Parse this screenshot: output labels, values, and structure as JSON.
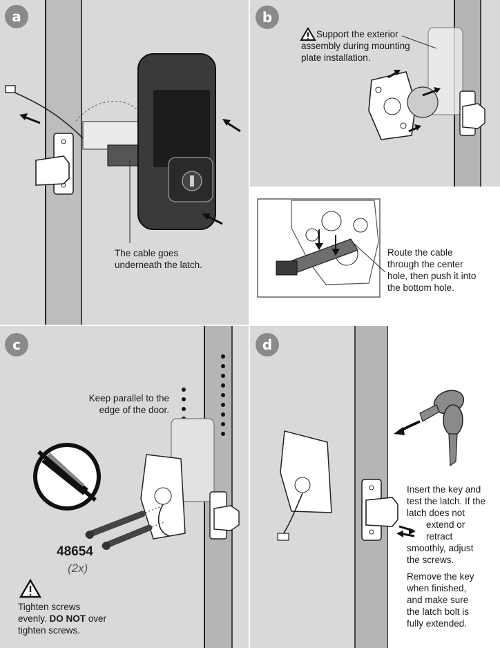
{
  "panels": {
    "a": {
      "badge": "a",
      "caption_lines": [
        "The cable goes",
        "underneath the latch."
      ]
    },
    "b": {
      "badge": "b",
      "warning_lines": [
        "Support the exterior",
        "assembly during mounting",
        "plate installation."
      ],
      "route_lines": [
        "Route the cable",
        "through the center",
        "hole, then push it into",
        "the bottom hole."
      ]
    },
    "c": {
      "badge": "c",
      "parallel_lines": [
        "Keep parallel to the",
        "edge of the door."
      ],
      "part_number": "48654",
      "quantity": "(2x)",
      "tighten_line1": "Tighten screws",
      "tighten_line2_prefix": "evenly. ",
      "tighten_line2_bold": "DO NOT",
      "tighten_line2_suffix": " over",
      "tighten_line3": "tighten screws."
    },
    "d": {
      "badge": "d",
      "insert_lines": [
        "Insert the key and",
        "test the latch. If the",
        "latch does not",
        "extend or",
        "retract",
        "smoothly, adjust",
        "the screws."
      ],
      "remove_lines": [
        "Remove the key",
        "when finished,",
        "and make sure",
        "the latch bolt is",
        "fully extended."
      ]
    }
  },
  "colors": {
    "panel_grey": "#d9d9d9",
    "badge_grey": "#8a8a8a",
    "door_edge": "#b5b5b5",
    "lock_body": "#3a3a3a"
  }
}
